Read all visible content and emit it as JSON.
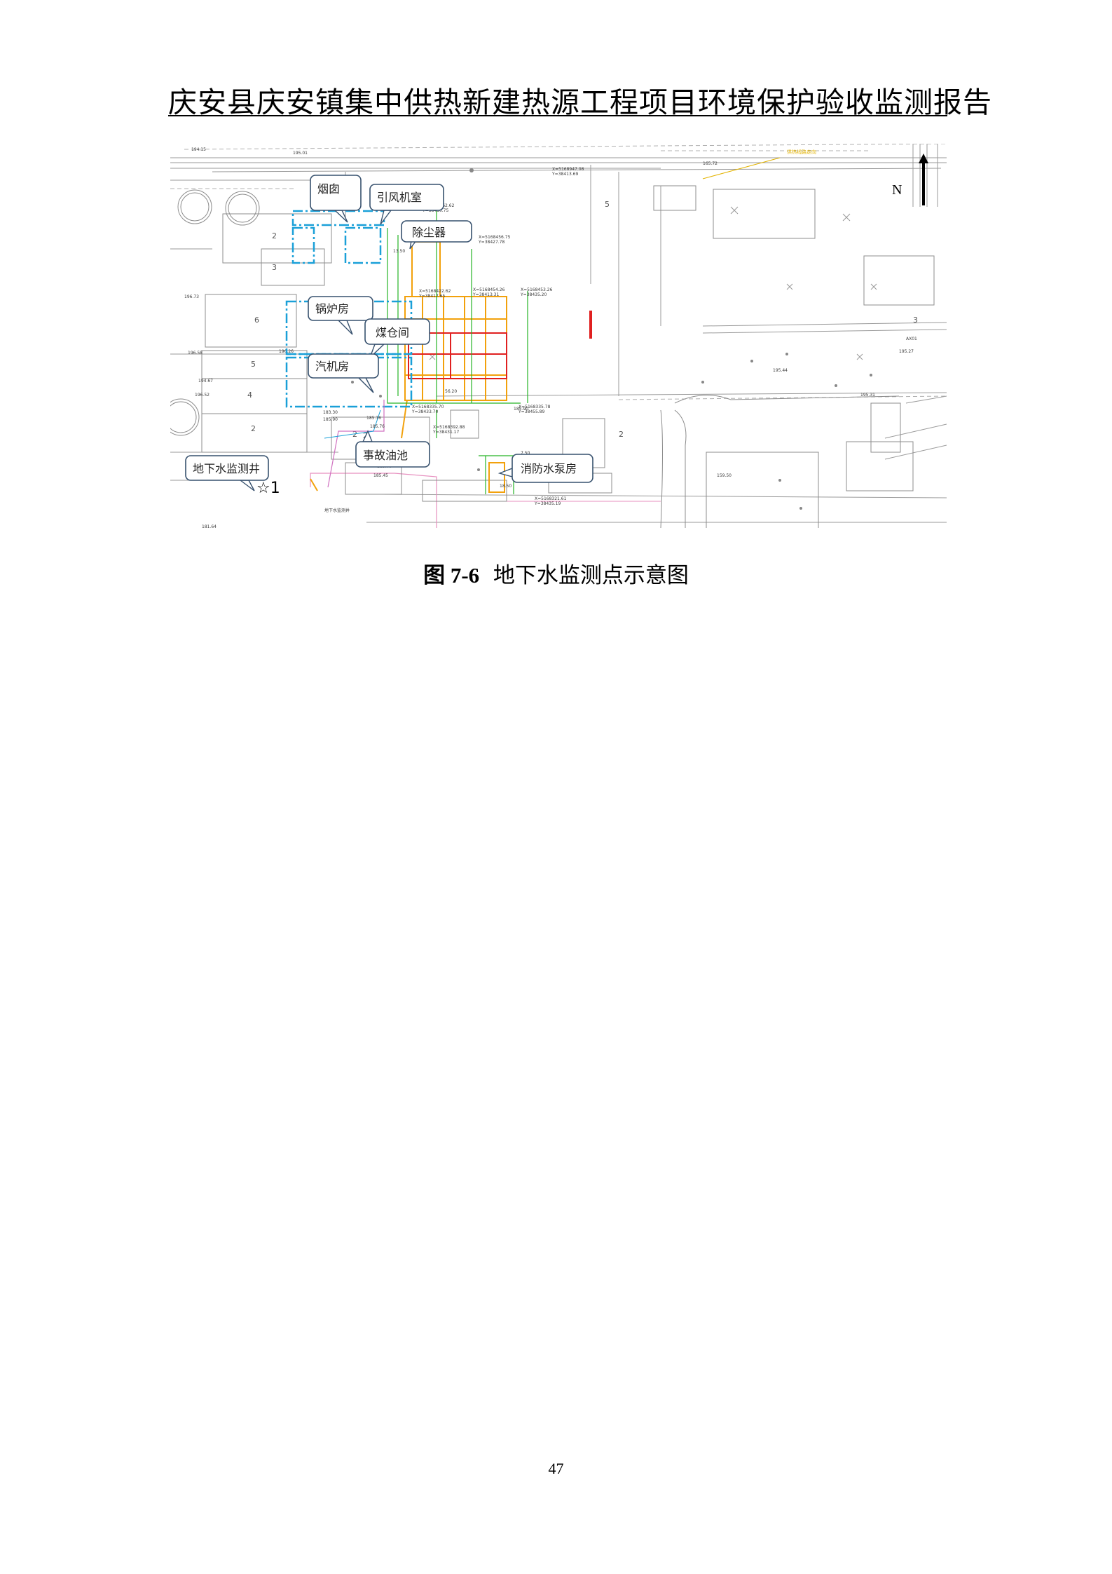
{
  "header": {
    "title": "庆安县庆安镇集中供热新建热源工程项目环境保护验收监测报告"
  },
  "figure": {
    "caption_number": "图 7-6",
    "caption_text": "地下水监测点示意图",
    "north_label": "N",
    "monitoring_point": "☆1",
    "callouts": {
      "chimney": "烟囱",
      "fan_room": "引风机室",
      "dust_collector": "除尘器",
      "boiler_room": "锅炉房",
      "coal_bunker": "煤仓间",
      "turbine_room": "汽机房",
      "oil_pool": "事故油池",
      "well": "地下水监测井",
      "pump_room": "消防水泵房"
    }
  },
  "page": {
    "number": "47"
  },
  "colors": {
    "blue": "#1aa0d8",
    "orange": "#f2a10c",
    "red": "#e02020",
    "green": "#26b526",
    "callout_border": "#37516e"
  }
}
